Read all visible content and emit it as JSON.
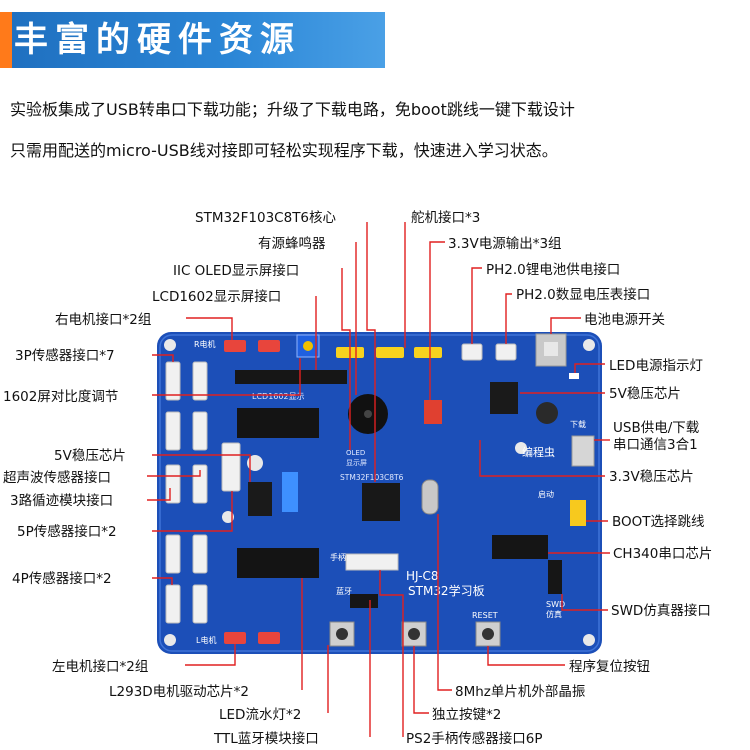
{
  "banner": {
    "title": "丰富的硬件资源"
  },
  "description": {
    "line1": "实验板集成了USB转串口下载功能；升级了下载电路，免boot跳线一键下载设计",
    "line2": "只需用配送的micro-USB线对接即可轻松实现程序下载，快速进入学习状态。"
  },
  "labels": {
    "mcu_core": "STM32F103C8T6核心",
    "buzzer": "有源蜂鸣器",
    "oled": "IIC OLED显示屏接口",
    "lcd1602": "LCD1602显示屏接口",
    "right_motor": "右电机接口*2组",
    "sensor_3p": "3P传感器接口*7",
    "contrast": "1602屏对比度调节",
    "reg_5v_left": "5V稳压芯片",
    "ultrasonic": "超声波传感器接口",
    "tracking": "3路循迹模块接口",
    "sensor_5p": "5P传感器接口*2",
    "sensor_4p": "4P传感器接口*2",
    "left_motor": "左电机接口*2组",
    "l293d": "L293D电机驱动芯片*2",
    "led_flow": "LED流水灯*2",
    "bluetooth": "TTL蓝牙模块接口",
    "servo": "舵机接口*3",
    "out_33v": "3.3V电源输出*3组",
    "ph_battery": "PH2.0锂电池供电接口",
    "ph_voltmeter": "PH2.0数显电压表接口",
    "battery_switch": "电池电源开关",
    "led_power": "LED电源指示灯",
    "reg_5v_right": "5V稳压芯片",
    "usb_power": "USB供电/下载",
    "usb_serial": "串口通信3合1",
    "reg_33v": "3.3V稳压芯片",
    "boot_jumper": "BOOT选择跳线",
    "ch340": "CH340串口芯片",
    "swd": "SWD仿真器接口",
    "reset": "程序复位按钮",
    "crystal": "8Mhz单片机外部晶振",
    "key": "独立按键*2",
    "ps2": "PS2手柄传感器接口6P"
  },
  "board": {
    "silk_mcu": "STM32F103C8T6",
    "silk_lcd": "LCD1602显示",
    "silk_hj": "HJ-C8",
    "silk_title": "STM32学习板",
    "silk_reset": "RESET",
    "silk_swd": "SWD",
    "silk_swd2": "仿真",
    "silk_download": "下载",
    "silk_bianchengchong": "编程虫",
    "silk_qidong": "启动",
    "silk_lanya": "蓝牙",
    "silk_lmotor": "L电机",
    "silk_rmotor": "R电机",
    "silk_oled": "OLED",
    "silk_screen": "显示屏",
    "silk_shoubing": "手柄"
  },
  "colors": {
    "banner": "#2b86d6",
    "accent": "#ff7a1a",
    "pcb": "#1c4fb8"
  }
}
